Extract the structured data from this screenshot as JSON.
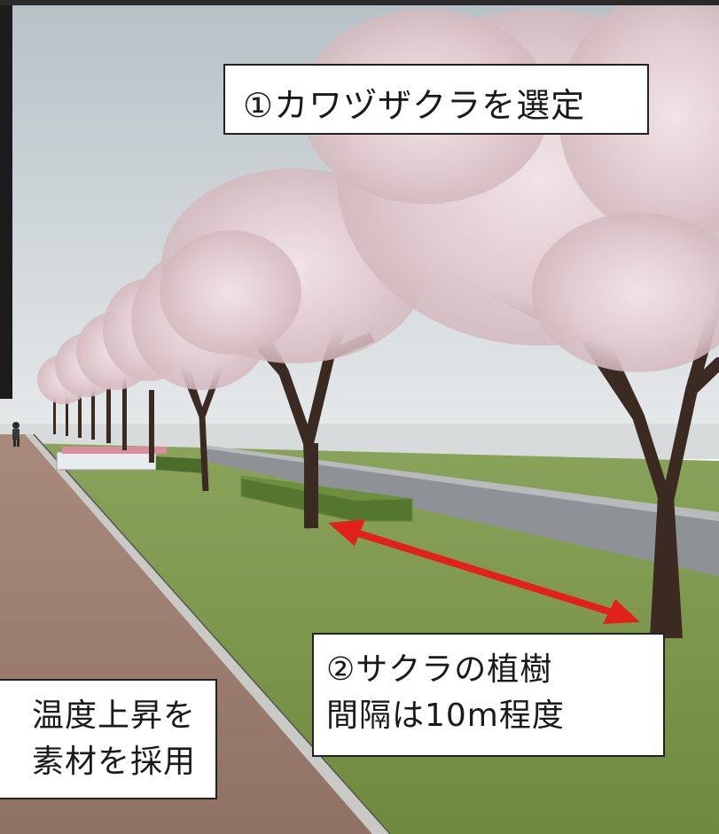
{
  "callouts": {
    "species": {
      "text": "①カワヅザクラを選定"
    },
    "spacing": {
      "line1": "②サクラの植樹",
      "line2": "間隔は10m程度"
    },
    "pavement": {
      "line1": "温度上昇を",
      "line2": "素材を採用"
    }
  },
  "colors": {
    "sky_top": "#b9c3c8",
    "sky_bottom": "#e2e6e8",
    "lawn": "#7f9a4e",
    "path": "#9b7f71",
    "hedge": "#4f6f2c",
    "blossom": "#e6d2d6",
    "trunk": "#3b2a22",
    "arrow": "#e3211c"
  }
}
